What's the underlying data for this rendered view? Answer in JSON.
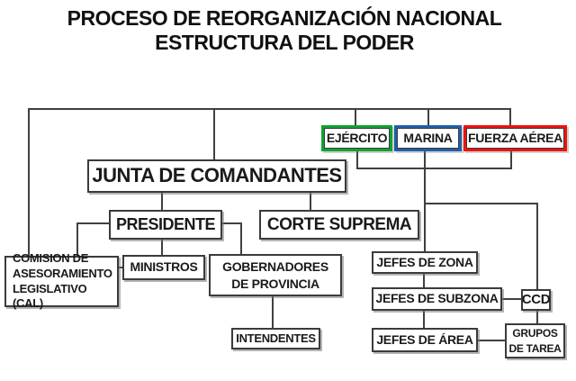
{
  "title": {
    "line1": "PROCESO DE REORGANIZACIÓN NACIONAL",
    "line2": "ESTRUCTURA DEL PODER"
  },
  "colors": {
    "army_border": "#0fa330",
    "navy_border": "#1f5fa8",
    "airforce_border": "#ee1212",
    "connector_line": "#404040",
    "box_border": "#3b3b3b",
    "text": "#1a1a1a"
  },
  "nodes": {
    "junta": {
      "label": "JUNTA DE COMANDANTES"
    },
    "ejercito": {
      "label": "EJÉRCITO"
    },
    "marina": {
      "label": "MARINA"
    },
    "fuerza_aerea": {
      "label": "FUERZA AÉREA"
    },
    "presidente": {
      "label": "PRESIDENTE"
    },
    "corte_suprema": {
      "label": "CORTE SUPREMA"
    },
    "comision": {
      "line1": "COMISION DE",
      "line2": "ASESORAMIENTO",
      "line3": "LEGISLATIVO (CAL)"
    },
    "ministros": {
      "label": "MINISTROS"
    },
    "gobernadores": {
      "line1": "GOBERNADORES",
      "line2": "DE PROVINCIA"
    },
    "intendentes": {
      "label": "INTENDENTES"
    },
    "jefes_zona": {
      "label": "JEFES DE ZONA"
    },
    "jefes_subzona": {
      "label": "JEFES DE SUBZONA"
    },
    "ccd": {
      "label": "CCD"
    },
    "jefes_area": {
      "label": "JEFES DE ÁREA"
    },
    "grupos_tarea": {
      "line1": "GRUPOS",
      "line2": "DE TAREA"
    }
  }
}
